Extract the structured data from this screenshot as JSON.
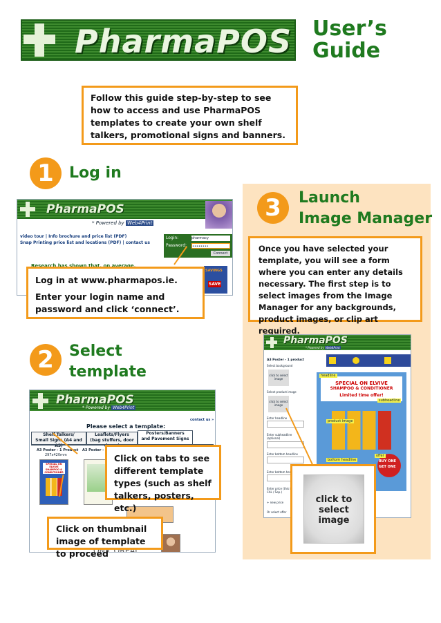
{
  "header": {
    "logo_text": "PharmaPOS",
    "title_line1": "User’s",
    "title_line2": "Guide"
  },
  "intro": "Follow this guide step-by-step to see how to access and use PharmaPOS templates to create your own shelf talkers, promotional signs and banners.",
  "steps": [
    {
      "number": "1",
      "title": "Log in",
      "callout_line1": "Log in at www.pharmapos.ie.",
      "callout_line2": "Enter your login name and password and click ‘connect’.",
      "screenshot": {
        "logo": "PharmaPOS",
        "powered": "* Powered by",
        "powered_brand": "Web4Print",
        "links_line1": "video tour  |  Info brochure and price list (PDF)",
        "links_line2": "Snap Printing price list and locations (PDF)  |  contact us",
        "login_label": "Login:",
        "login_value": "pharmacy",
        "password_label": "Password:",
        "password_value": "••••••••",
        "connect_label": "Connect",
        "research_text": "Research has shown that, on average,",
        "ad_text1": "SAVINGS",
        "ad_text2": "SAVE"
      }
    },
    {
      "number": "2",
      "title_line1": "Select",
      "title_line2": "template",
      "callout_tabs": "Click on tabs to see different template types (such as shelf talkers, posters, etc.)",
      "callout_thumb": "Click on thumbnail image of template to proceed",
      "screenshot": {
        "logo": "PharmaPOS",
        "powered": "* Powered by",
        "powered_brand": "Web4Print",
        "contact": "contact us »",
        "heading": "Please select a template:",
        "tabs": [
          {
            "line1": "Shelf Talkers/",
            "line2": "Small Signs (A4 and A5)"
          },
          {
            "line1": "Leaflets/Flyers",
            "line2": "(bag stuffers, door drops)"
          },
          {
            "line1": "Posters/Banners",
            "line2": "and Pavement Signs"
          }
        ],
        "item1_title": "A3 Poster - 1 Product",
        "item1_size": "297x420mm",
        "item2_title": "A3 Poster - 4",
        "poster_text": "SPECIAL ON ELVIVE SHAMPOO & CONDITIONER",
        "bottom_text": "ON L'OREAL"
      }
    },
    {
      "number": "3",
      "title_line1": "Launch",
      "title_line2": "Image Manager",
      "description": "Once you have selected your template, you will see a form where you can enter any details necessary. The first step is to select images from the Image Manager for any backgrounds, product images, or clip art required.",
      "zoom_label": "click to select image",
      "screenshot": {
        "logo": "PharmaPOS",
        "powered": "* Powered by",
        "powered_brand": "Web4Print",
        "form_title": "A3 Poster - 1 product",
        "select_bg": "Select background",
        "click_select": "click to select image",
        "select_product": "Select product image",
        "enter_headline": "Enter headline",
        "enter_subheadline": "Enter subheadline (optional)",
        "enter_bottom1": "Enter bottom headline",
        "enter_bottom2": "Enter bottom headline",
        "enter_price": "Enter price (this is CAL / Sep.)",
        "new_price": "+ new price",
        "select_offer": "Or select offer",
        "labels": {
          "headline": "headline",
          "subheadline": "subheadline",
          "product_image": "product image",
          "bottom_headline": "bottom headline",
          "offer": "offer"
        },
        "preview_headline1": "SPECIAL ON ELVIVE",
        "preview_headline2": "SHAMPOO & CONDITIONER",
        "preview_sub": "Limited time offer!",
        "offer_text1": "BUY ONE",
        "offer_text2": "GET ONE"
      }
    }
  ],
  "colors": {
    "accent_orange": "#f39a1a",
    "title_green": "#1f7a1f",
    "panel_peach": "#fde3c0",
    "logo_green": "#2d7a24"
  }
}
